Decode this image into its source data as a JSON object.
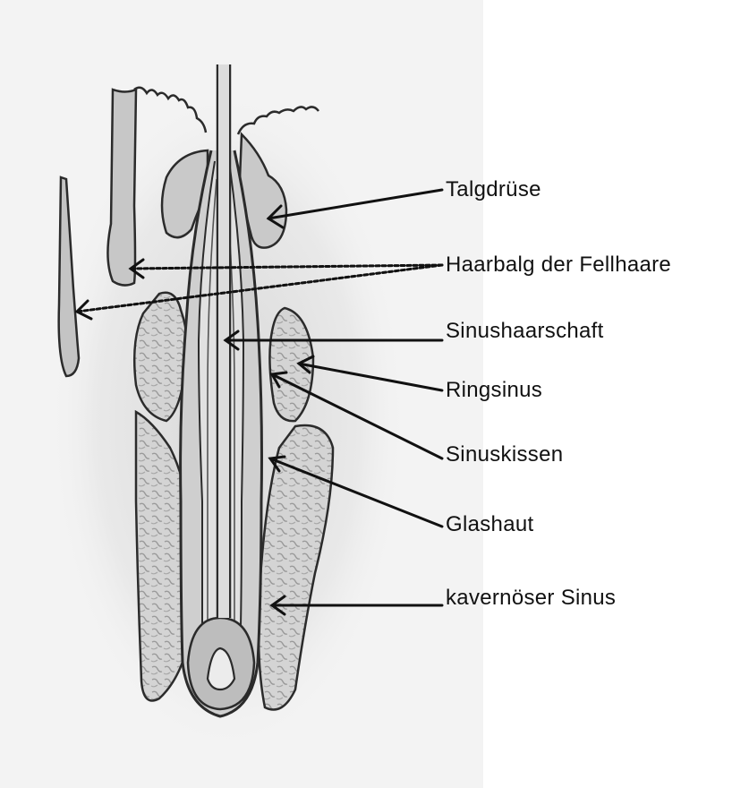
{
  "labels": {
    "talgdruese": "Talgdrüse",
    "haarbalg": "Haarbalg der Fellhaare",
    "sinushaarschaft": "Sinushaarschaft",
    "ringsinus": "Ringsinus",
    "sinuskissen": "Sinuskissen",
    "glashaut": "Glashaut",
    "kavernoeser_sinus": "kavernöser Sinus"
  },
  "colors": {
    "ink": "#2b2b2b",
    "shade": "#b9b9b9",
    "paper": "#f4f4f4"
  }
}
